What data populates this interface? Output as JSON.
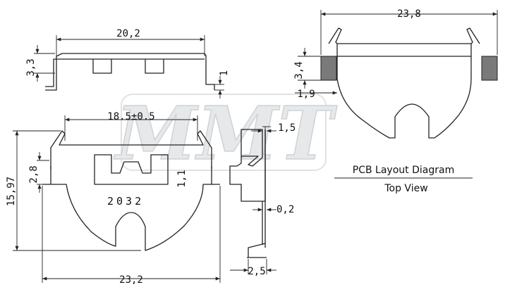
{
  "watermark": "MMT",
  "part_number": "2032",
  "caption": {
    "title": "PCB Layout Diagram",
    "subtitle": "Top View"
  },
  "side_view": {
    "width": "20,2",
    "height": "3,3",
    "thickness": "1"
  },
  "pcb_layout": {
    "width": "23,8",
    "pad_height": "3,4",
    "pad_offset": "1,9"
  },
  "top_view": {
    "inner_width": "18.5±0.5",
    "total_height": "15,97",
    "pin_height": "2,8",
    "tab_width": "1,1",
    "total_width": "23,2"
  },
  "front_view": {
    "top_width": "1,5",
    "thickness": "0,2",
    "bottom_width": "2,5"
  }
}
